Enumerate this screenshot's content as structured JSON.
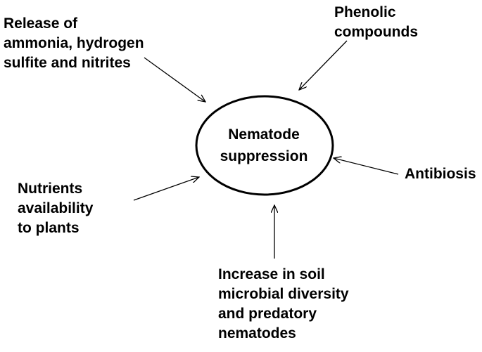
{
  "center": {
    "lines": [
      "Nematode",
      "suppression"
    ]
  },
  "factors": {
    "ammonia": [
      "Release of",
      "ammonia, hydrogen",
      "sulfite and nitrites"
    ],
    "phenolic": [
      "Phenolic",
      "compounds"
    ],
    "antibiosis": [
      "Antibiosis"
    ],
    "nutrients": [
      "Nutrients",
      "availability",
      "to plants"
    ],
    "microbial": [
      "Increase in soil",
      "microbial diversity",
      "and predatory",
      "nematodes"
    ]
  }
}
